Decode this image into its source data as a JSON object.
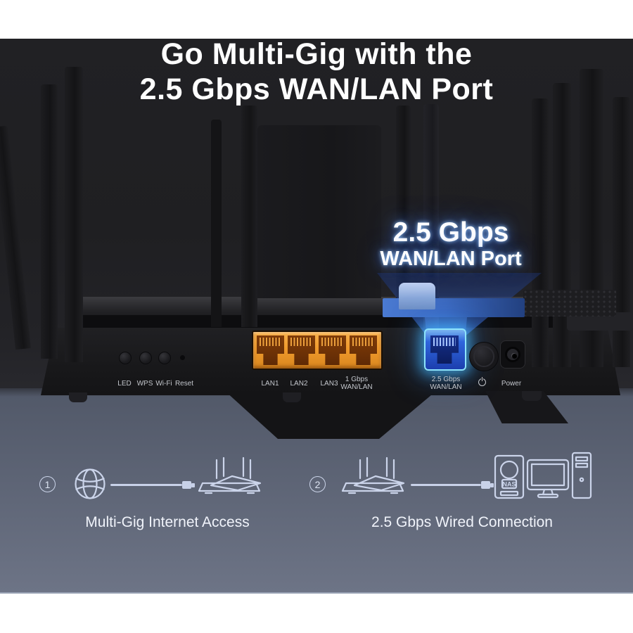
{
  "header": {
    "line1": "Go Multi-Gig with the",
    "line2": "2.5 Gbps WAN/LAN Port"
  },
  "callout": {
    "line1": "2.5 Gbps",
    "line2": "WAN/LAN Port"
  },
  "router_labels": {
    "led": "LED",
    "wps": "WPS",
    "wifi": "Wi-Fi",
    "reset": "Reset",
    "lan1": "LAN1",
    "lan2": "LAN2",
    "lan3": "LAN3",
    "wan1_line1": "1 Gbps",
    "wan1_line2": "WAN/LAN",
    "wan25_line1": "2.5 Gbps",
    "wan25_line2": "WAN/LAN",
    "power": "Power"
  },
  "steps": [
    {
      "number": "1",
      "caption": "Multi-Gig Internet Access"
    },
    {
      "number": "2",
      "caption": "2.5 Gbps Wired Connection",
      "nas_label": "NAS"
    }
  ],
  "icons": {
    "power_symbol": "power-toggle",
    "globe": "internet-globe",
    "router": "wifi-router",
    "nas": "nas-drive",
    "monitor": "desktop-monitor",
    "tower": "pc-tower",
    "plug": "ethernet-plug"
  },
  "colors": {
    "background_dark": "#202023",
    "section_gray_top": "#515868",
    "section_gray_bottom": "#6d7486",
    "lan_orange": "#f09a2c",
    "port_blue": "#2f66dd",
    "port_glow": "#8ee4fb",
    "beam_blue": "#4a7ad2",
    "line_icon": "#cbd4ea",
    "headline_white": "#ffffff"
  }
}
